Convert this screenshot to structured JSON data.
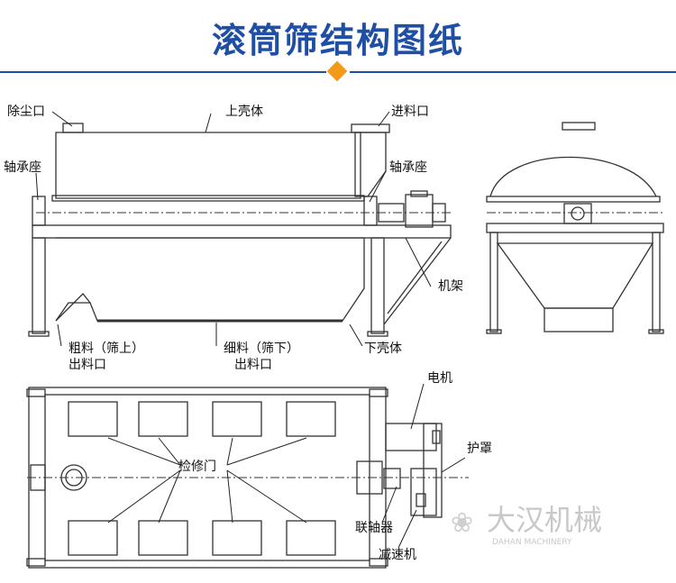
{
  "title": "滚筒筛结构图纸",
  "colors": {
    "title": "#1f4fa5",
    "accent": "#f39a1a",
    "line": "#333333",
    "watermark": "#c8c8c8"
  },
  "labels": {
    "dust_outlet": "除尘口",
    "upper_shell": "上壳体",
    "feed_inlet": "进料口",
    "bearing_left": "轴承座",
    "bearing_right": "轴承座",
    "frame": "机架",
    "coarse_line1": "粗料（筛上）",
    "coarse_line2": "出料口",
    "fine_line1": "细料（筛下）",
    "fine_line2": "出料口",
    "lower_shell": "下壳体",
    "motor": "电机",
    "guard": "护罩",
    "inspection_door": "检修门",
    "coupling": "联轴器",
    "reducer": "减速机"
  },
  "watermark": {
    "text": "大汉机械",
    "subtext": "DAHAN MACHINERY"
  }
}
